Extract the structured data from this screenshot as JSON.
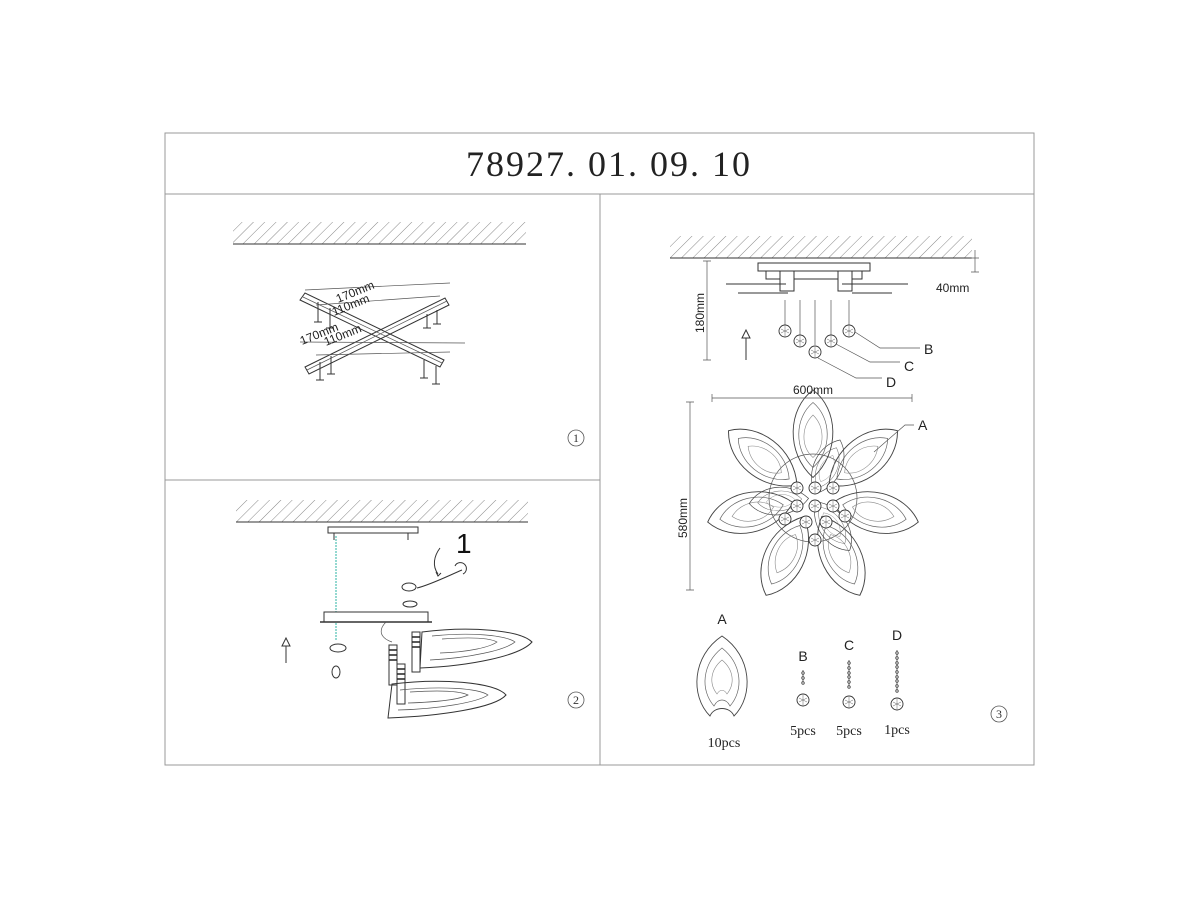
{
  "model_number": "78927. 01. 09. 10",
  "step1": {
    "number": "1",
    "bracket_dims": [
      "170mm",
      "110mm",
      "170mm",
      "110mm"
    ]
  },
  "step2": {
    "number": "2",
    "callout": "1"
  },
  "step3": {
    "number": "3",
    "side_height": "180mm",
    "canopy_height": "40mm",
    "width": "600mm",
    "depth": "580mm",
    "callouts": [
      "A",
      "B",
      "C",
      "D"
    ]
  },
  "parts": [
    {
      "letter": "A",
      "qty": "10pcs"
    },
    {
      "letter": "B",
      "qty": "5pcs"
    },
    {
      "letter": "C",
      "qty": "5pcs"
    },
    {
      "letter": "D",
      "qty": "1pcs"
    }
  ],
  "colors": {
    "line": "#333333",
    "frame": "#999999",
    "accent": "#2bb3a3"
  }
}
